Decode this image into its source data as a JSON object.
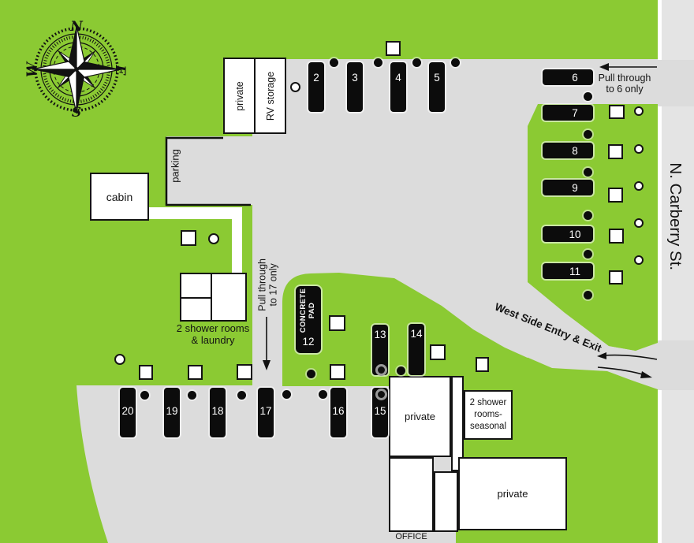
{
  "street": {
    "name": "N. Carberry St."
  },
  "compass": {
    "north": "N",
    "east": "E",
    "south": "S",
    "west": "W"
  },
  "roads": {
    "parking_label": "parking",
    "pull_through_6": {
      "line1": "Pull through",
      "line2": "to 6 only"
    },
    "pull_through_17": {
      "line1": "Pull through",
      "line2": "to 17 only"
    },
    "west_entry": "West Side Entry & Exit"
  },
  "buildings": {
    "rv_private": "private",
    "rv_storage": "RV storage",
    "cabin": "cabin",
    "laundry": {
      "line1": "2 shower rooms",
      "line2": "& laundry"
    },
    "upper_private": "private",
    "seasonal": {
      "line1": "2 shower",
      "line2": "rooms-",
      "line3": "seasonal"
    },
    "lower_private": "private",
    "office": "OFFICE"
  },
  "concrete_pad": {
    "line1": "CONCRETE",
    "line2": "PAD",
    "number": "12"
  },
  "sites": {
    "s2": "2",
    "s3": "3",
    "s4": "4",
    "s5": "5",
    "s6": "6",
    "s7": "7",
    "s8": "8",
    "s9": "9",
    "s10": "10",
    "s11": "11",
    "s13": "13",
    "s14": "14",
    "s15": "15",
    "s16": "16",
    "s17": "17",
    "s18": "18",
    "s19": "19",
    "s20": "20"
  },
  "colors": {
    "grass": "#8BCA33",
    "road": "#DCDCDC",
    "street": "#E4E4E4",
    "site": "#0C0C0C",
    "star": "#F0E03A",
    "ink": "#141414"
  }
}
